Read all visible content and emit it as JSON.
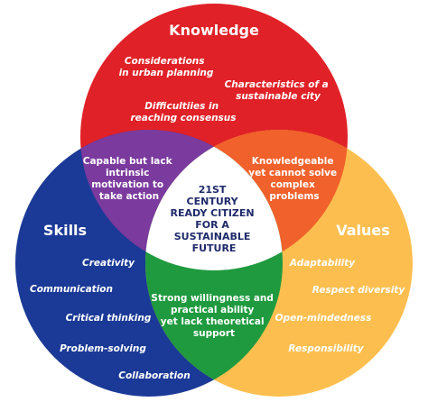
{
  "colors": {
    "knowledge": "#e02127",
    "skills": "#1b3a97",
    "values": "#fcbf4f",
    "knowledge_skills": "#7b3a9e",
    "knowledge_values": "#f0612b",
    "skills_values": "#1f9a3f",
    "center_fill": "#ffffff",
    "center_text": "#1f2a6b"
  },
  "knowledge": {
    "title": "Knowledge",
    "items": [
      {
        "line1": "Considerations",
        "line2": "in urban planning"
      },
      {
        "line1": "Characteristics of a",
        "line2": "sustainable city"
      },
      {
        "line1": "Difficultiies in",
        "line2": "reaching consensus"
      }
    ]
  },
  "skills": {
    "title": "Skills",
    "items": [
      "Creativity",
      "Communication",
      "Critical thinking",
      "Problem-solving",
      "Collaboration"
    ]
  },
  "values": {
    "title": "Values",
    "items": [
      "Adaptability",
      "Respect diversity",
      "Open-mindedness",
      "Responsibility"
    ]
  },
  "overlaps": {
    "knowledge_skills": [
      "Capable but lack",
      "intrinsic",
      "motivation to",
      "take action"
    ],
    "knowledge_values": [
      "Knowledgeable",
      "yet cannot solve",
      "complex",
      "problems"
    ],
    "skills_values": [
      "Strong willingness and",
      "practical ability",
      "yet lack theoretical",
      "support"
    ]
  },
  "center": {
    "lines": [
      "21ST",
      "CENTURY",
      "READY CITIZEN",
      "FOR A",
      "SUSTAINABLE",
      "FUTURE"
    ]
  }
}
